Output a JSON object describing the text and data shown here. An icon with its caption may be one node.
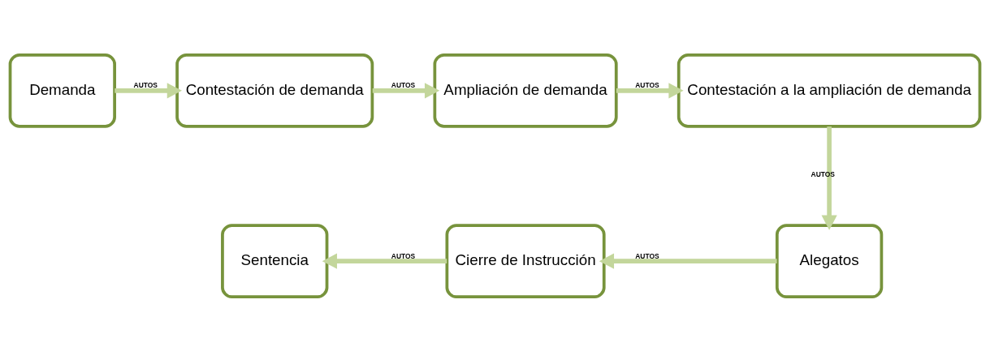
{
  "diagram": {
    "nodes": [
      {
        "text": [
          "Demanda"
        ]
      },
      {
        "text": [
          "Contestación de demanda"
        ]
      },
      {
        "text": [
          "Ampliación de demanda"
        ]
      },
      {
        "text": [
          "Contestación a la ampliación de demanda"
        ]
      },
      {
        "text": [
          "Alegatos"
        ]
      },
      {
        "text": [
          "Cierre de Instrucción"
        ]
      },
      {
        "text": [
          "Sentencia"
        ]
      }
    ],
    "edges": [
      {
        "from": 0,
        "to": 1,
        "arrow": "to",
        "label": "AUTOS"
      },
      {
        "from": 1,
        "to": 2,
        "arrow": "to",
        "label": "AUTOS"
      },
      {
        "from": 2,
        "to": 3,
        "arrow": "to",
        "label": "AUTOS"
      },
      {
        "from": 3,
        "to": 4,
        "arrow": "to",
        "label": "AUTOS"
      },
      {
        "from": 4,
        "to": 5,
        "arrow": "to",
        "label": "AUTOS"
      },
      {
        "from": 5,
        "to": 6,
        "arrow": "to",
        "label": "AUTOS"
      }
    ]
  }
}
